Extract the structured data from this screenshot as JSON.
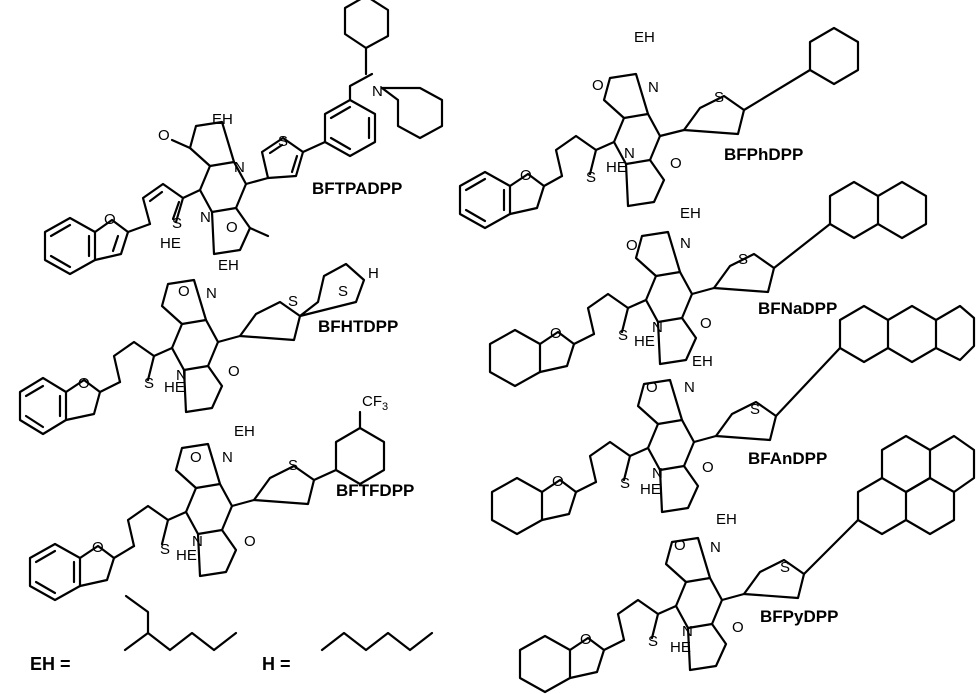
{
  "compounds": [
    {
      "name": "BFTPADPP"
    },
    {
      "name": "BFHTDPP"
    },
    {
      "name": "BFTFDPP"
    },
    {
      "name": "BFPhDPP"
    },
    {
      "name": "BFNaDPP"
    },
    {
      "name": "BFAnDPP"
    },
    {
      "name": "BFPyDPP"
    }
  ],
  "atoms": {
    "O": "O",
    "N": "N",
    "S": "S",
    "H": "H",
    "EH": "EH",
    "HE": "HE",
    "CF3_main": "CF",
    "CF3_sub": "3"
  },
  "legend": {
    "eh_label": "EH =",
    "h_label": "H ="
  }
}
